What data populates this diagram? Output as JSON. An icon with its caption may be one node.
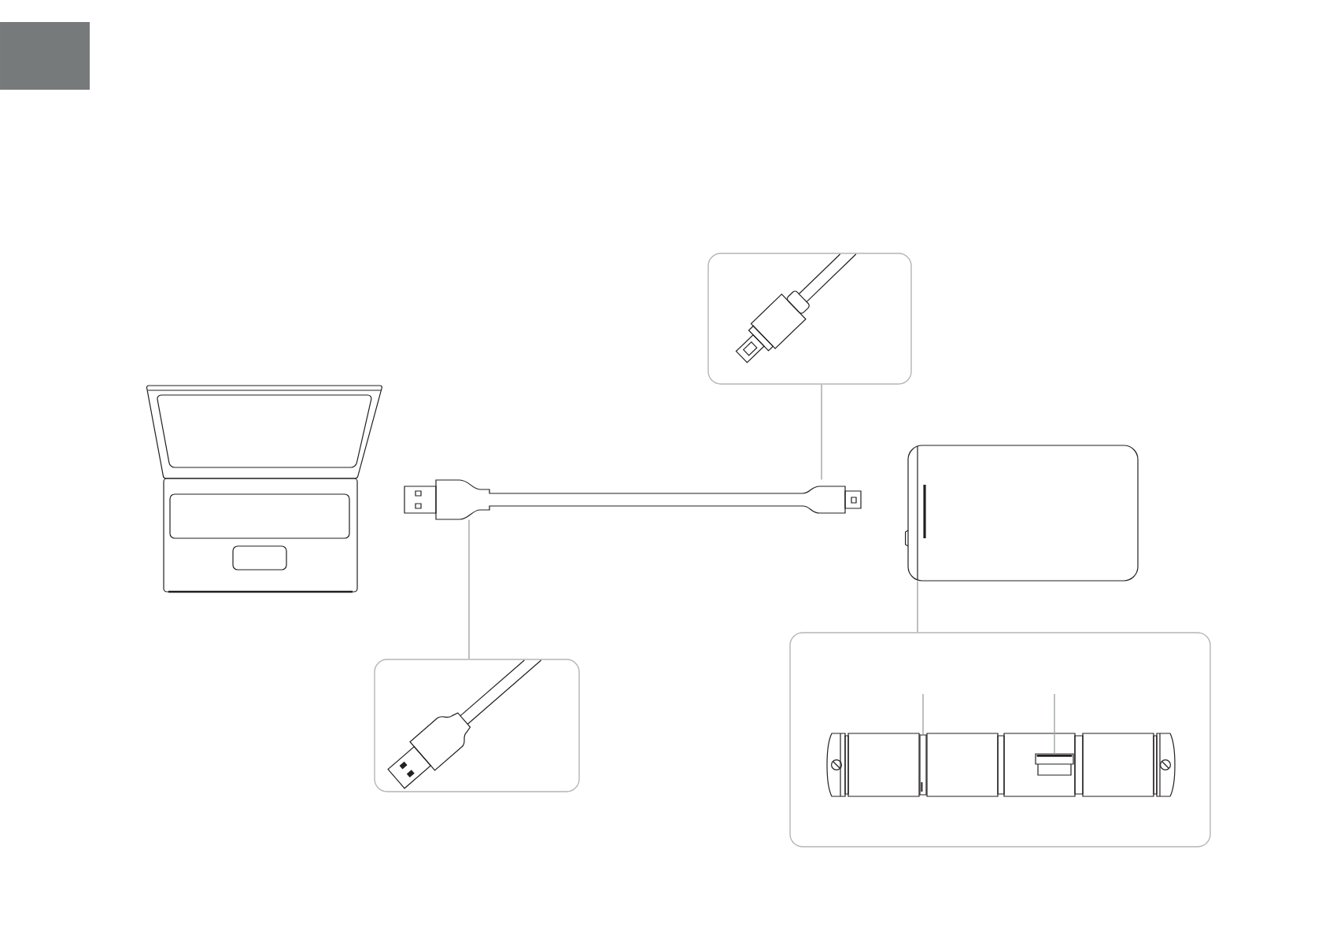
{
  "diagram": {
    "nodes": [
      {
        "text": [],
        "shape": "box"
      },
      {
        "text": [],
        "shape": "picture",
        "in": 0
      },
      {
        "text": [],
        "shape": "picture"
      },
      {
        "text": [],
        "shape": "picture"
      },
      {
        "text": [],
        "shape": "picture"
      },
      {
        "text": [],
        "shape": "box"
      },
      {
        "text": [],
        "shape": "picture",
        "in": 5
      },
      {
        "text": [],
        "shape": "box"
      },
      {
        "text": [],
        "shape": "picture",
        "in": 7
      },
      {
        "text": [],
        "shape": "bar",
        "in": 8
      },
      {
        "text": [],
        "shape": "picture",
        "in": 8
      }
    ],
    "edges": [
      {
        "from": 0,
        "to": 3,
        "arrow": "none"
      },
      {
        "from": 5,
        "to": 3,
        "arrow": "none"
      },
      {
        "from": 7,
        "to": 4,
        "arrow": "none"
      },
      {
        "from": null,
        "to": 9,
        "arrow": "none"
      },
      {
        "from": null,
        "to": 10,
        "arrow": "none"
      }
    ]
  }
}
